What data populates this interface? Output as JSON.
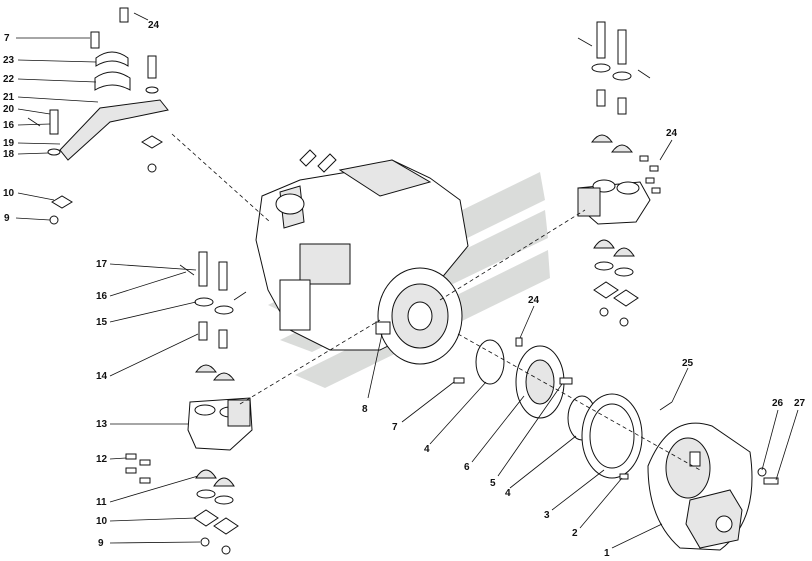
{
  "labels": {
    "l1": "1",
    "l2": "2",
    "l3": "3",
    "l4a": "4",
    "l4b": "4",
    "l5": "5",
    "l6": "6",
    "l7a": "7",
    "l7b": "7",
    "l8": "8",
    "l9a": "9",
    "l9b": "9",
    "l10a": "10",
    "l10b": "10",
    "l11": "11",
    "l12": "12",
    "l13": "13",
    "l14": "14",
    "l15": "15",
    "l16a": "16",
    "l16b": "16",
    "l17": "17",
    "l18": "18",
    "l19": "19",
    "l20": "20",
    "l21": "21",
    "l22": "22",
    "l23": "23",
    "l24a": "24",
    "l24b": "24",
    "l24c": "24",
    "l25": "25",
    "l26": "26",
    "l27": "27"
  }
}
